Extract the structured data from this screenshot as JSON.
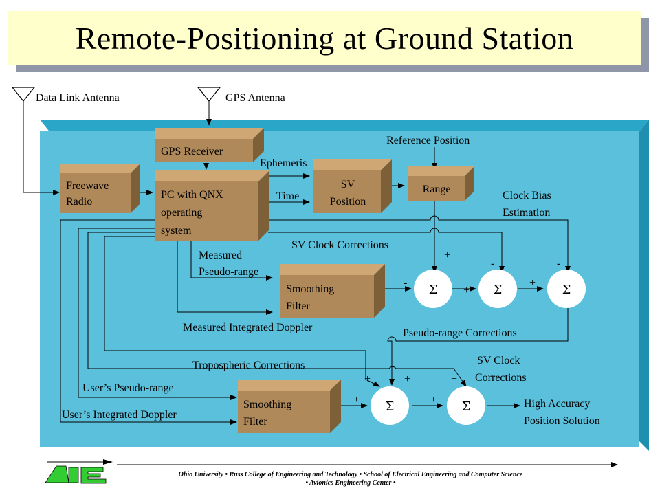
{
  "title": "Remote-Positioning at Ground Station",
  "antennas": {
    "data_link": "Data Link Antenna",
    "gps": "GPS Antenna"
  },
  "blocks": {
    "gps_receiver": "GPS Receiver",
    "freewave_line1": "Freewave",
    "freewave_line2": "Radio",
    "pc_line1": "PC with QNX",
    "pc_line2": "operating",
    "pc_line3": "system",
    "sv_position_line1": "SV",
    "sv_position_line2": "Position",
    "range": "Range",
    "smoothing1_line1": "Smoothing",
    "smoothing1_line2": "Filter",
    "smoothing2_line1": "Smoothing",
    "smoothing2_line2": "Filter"
  },
  "labels": {
    "ephemeris": "Ephemeris",
    "time": "Time",
    "reference_position": "Reference Position",
    "clock_bias_line1": "Clock Bias",
    "clock_bias_line2": "Estimation",
    "sv_clock_corrections": "SV Clock Corrections",
    "measured_pr_line1": "Measured",
    "measured_pr_line2": "Pseudo-range",
    "measured_doppler": "Measured Integrated Doppler",
    "pseudo_range_corrections": "Pseudo-range Corrections",
    "tropospheric_corrections": "Tropospheric Corrections",
    "sv_clock2_line1": "SV Clock",
    "sv_clock2_line2": "Corrections",
    "users_pr": "User’s Pseudo-range",
    "users_doppler": "User’s Integrated Doppler",
    "high_acc_line1": "High Accuracy",
    "high_acc_line2": "Position Solution"
  },
  "signs": {
    "plus": "+",
    "minus": "-",
    "sigma": "Σ"
  },
  "footer": {
    "line1": "Ohio University • Russ College of Engineering and Technology • School of Electrical Engineering and Computer Science",
    "line2": "• Avionics Engineering Center •"
  },
  "colors": {
    "panel": "#5bc0dc",
    "panel_edge": "#2aa6c8",
    "block_front": "#b0895a",
    "block_top": "#cfa775",
    "block_side": "#7e6038",
    "logo_green": "#33cc33"
  }
}
